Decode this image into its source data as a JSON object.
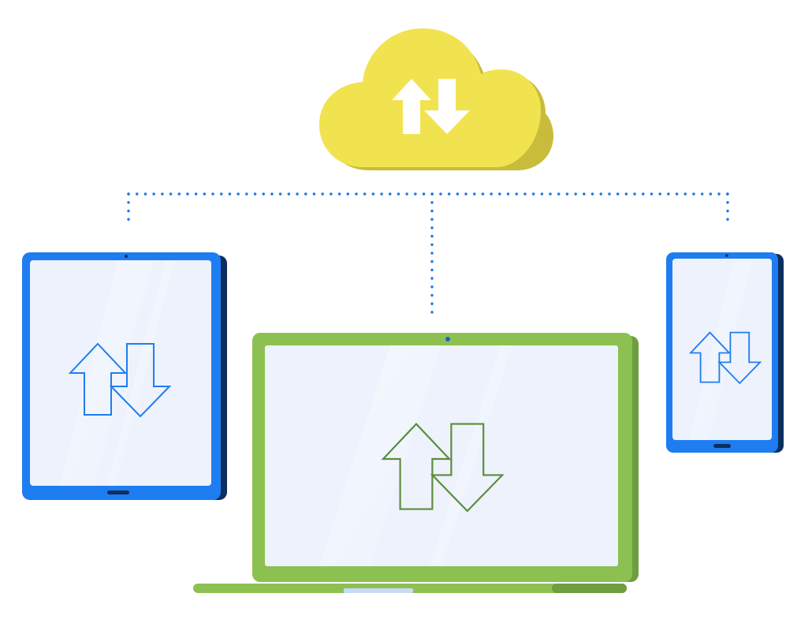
{
  "diagram": {
    "hub": {
      "kind": "cloud",
      "icon": "sync-arrows-icon"
    },
    "connector_style": "dotted",
    "devices": [
      {
        "kind": "tablet",
        "icon": "sync-arrows-icon"
      },
      {
        "kind": "laptop",
        "icon": "sync-arrows-icon"
      },
      {
        "kind": "phone",
        "icon": "sync-arrows-icon"
      }
    ]
  },
  "colors": {
    "background": "#ffffff",
    "cloud": "#F0E34F",
    "cloud_shadow": "#C8BC3A",
    "connector": "#1E78E6",
    "tablet_frame": "#1E7DF0",
    "tablet_frame_shadow": "#0D2E5E",
    "laptop_frame": "#8CC152",
    "laptop_frame_shadow": "#6E9E3F",
    "screen": "#EDF2FC",
    "screen_glare": "#F7F9FE",
    "arrow_blue": "#1E7DF0",
    "arrow_green": "#5B8C3A",
    "arrow_white": "#ffffff"
  }
}
